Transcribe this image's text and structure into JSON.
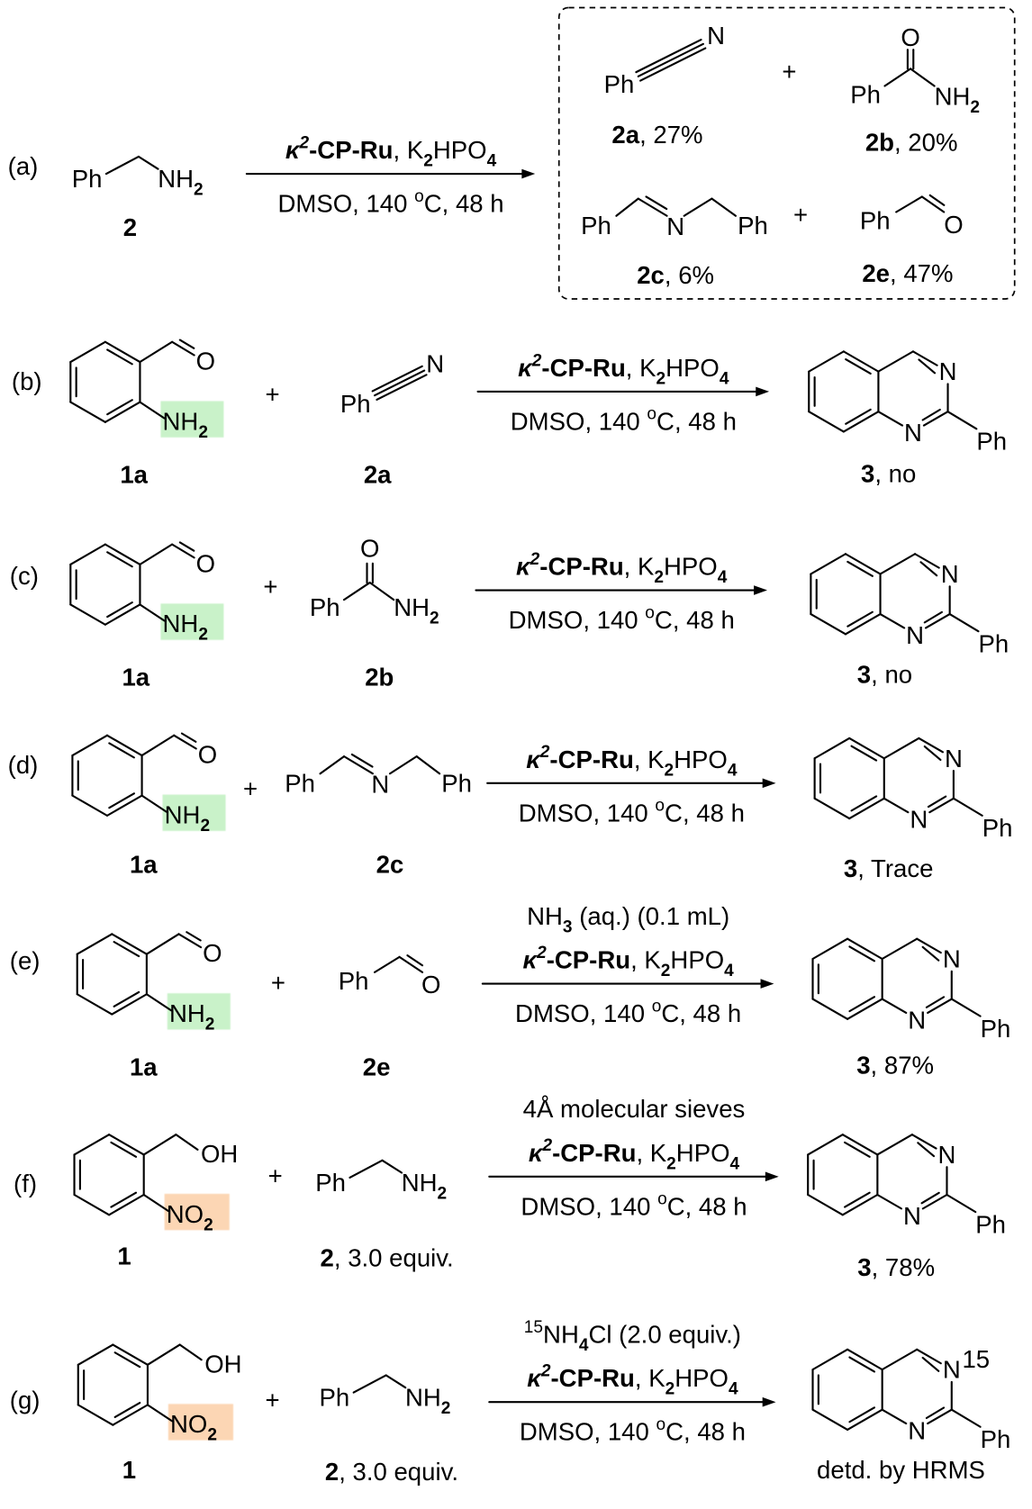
{
  "colors": {
    "substrate_blue": "#0000ff",
    "additive_red": "#ff0000",
    "nh2_highlight": "#c9f2c9",
    "no2_highlight": "#fcd6b4"
  },
  "labels": {
    "a": "(a)",
    "b": "(b)",
    "c": "(c)",
    "d": "(d)",
    "e": "(e)",
    "f": "(f)",
    "g": "(g)"
  },
  "atoms": {
    "ph": "Ph",
    "nh": "NH",
    "two": "2",
    "o": "O",
    "n": "N",
    "oh": "OH",
    "no": "NO",
    "plus": "+"
  },
  "conditions": {
    "kappa": "κ",
    "kappa_sup": "2",
    "cat": "-CP-Ru",
    "base_a": ", K",
    "sub2": "2",
    "base_b": "HPO",
    "sub4": "4",
    "solvent": "DMSO, 140 ",
    "deg": "o",
    "temp_unit": "C, 48 h"
  },
  "additives": {
    "e": {
      "a": "NH",
      "sub": "3",
      "b": " (aq.) (0.1 mL)"
    },
    "f": "4Å molecular sieves",
    "g": {
      "sup": "15",
      "a": "NH",
      "sub": "4",
      "b": "Cl (2.0 equiv.)"
    }
  },
  "compounds": {
    "c1a": "1a",
    "c1": "1",
    "c2": "2",
    "c2a": "2a",
    "c2b": "2b",
    "c2c": "2c",
    "c2e": "2e",
    "c3": "3"
  },
  "yields": {
    "a_2a": ", 27%",
    "a_2b": ", 20%",
    "a_2c": ", 6%",
    "a_2e": ", 47%",
    "b": ", no",
    "c": ", no",
    "d": ", Trace",
    "e": ", 87%",
    "f": ", 78%",
    "g": "detd. by HRMS"
  },
  "equiv": ", 3.0 equiv.",
  "isotope": "15"
}
